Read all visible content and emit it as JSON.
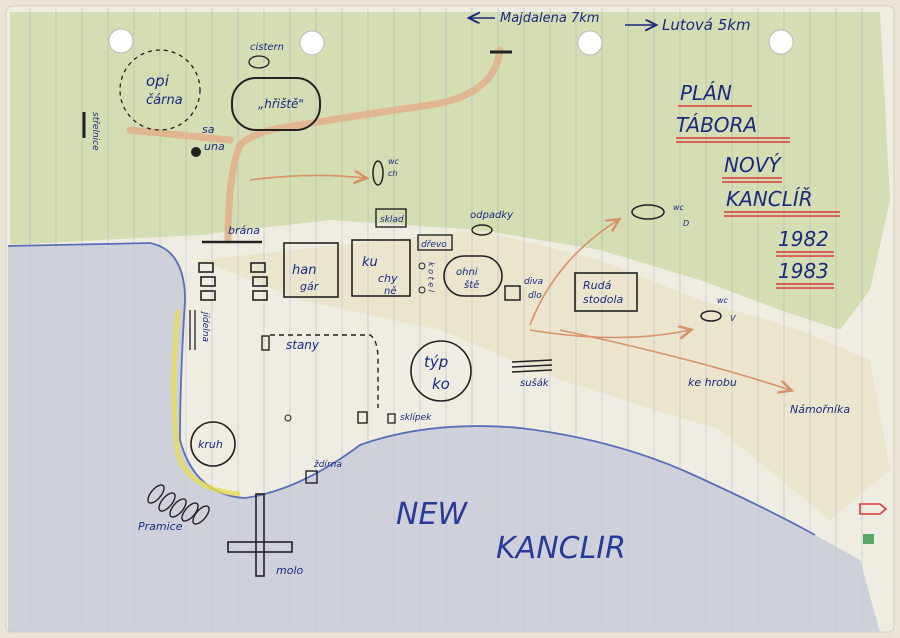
{
  "title": {
    "line1": "PLÁN",
    "line2": "TÁBORA",
    "line3": "NOVÝ",
    "line4": "KANCLÍŘ",
    "year1": "1982",
    "year2": "1983"
  },
  "directions": {
    "left": "Majdalena 7km",
    "right": "Lutová 5km"
  },
  "lake_label": {
    "line1": "NEW",
    "line2": "KANCLIR"
  },
  "places": {
    "opicarna_1": "opi",
    "opicarna_2": "čárna",
    "hriste": "„hřiště\"",
    "cistern": "cistern",
    "strelnice": "střelnice",
    "sauna_1": "sa",
    "sauna_2": "una",
    "wc_top_1": "wc",
    "wc_top_2": "ch",
    "brana": "brána",
    "hangar_1": "han",
    "hangar_2": "gár",
    "sklad": "sklad",
    "kuchyne_1": "ku",
    "kuchyne_2": "chy",
    "kuchyne_3": "ně",
    "drevo": "dřevo",
    "kotel": "k o t e l",
    "ohniste_1": "ohni",
    "ohniste_2": "ště",
    "odpadky": "odpadky",
    "divadlo_1": "diva",
    "divadlo_2": "dlo",
    "ruda_stodola_1": "Rudá",
    "ruda_stodola_2": "stodola",
    "wc_right_1": "wc",
    "wc_right_2": "D",
    "wc_far_1": "wc",
    "wc_far_2": "V",
    "jidelna": "jídelna",
    "stany": "stany",
    "typko_1": "týp",
    "typko_2": "ko",
    "susak": "sušák",
    "sklipek": "sklípek",
    "kruh": "kruh",
    "zidirna": "ždírna",
    "pramice": "Pramice",
    "molo": "molo",
    "ke_hrobu": "ke hrobu",
    "namornika": "Námořníka"
  },
  "colors": {
    "paper": "#efece2",
    "grass": "#b8cc86",
    "water": "#c9cdd8",
    "path": "#e2b08c",
    "ink": "#1a2a80",
    "red_underline": "#d93a3a"
  }
}
